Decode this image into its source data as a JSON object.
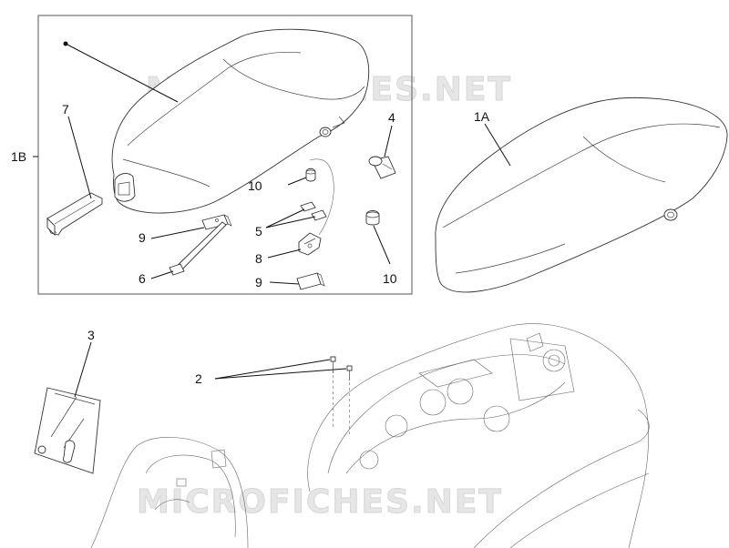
{
  "watermark": "MICROFICHES.NET",
  "callouts": {
    "c1B": "1B",
    "c7": "7",
    "c4": "4",
    "c1A": "1A",
    "c10a": "10",
    "c5": "5",
    "c9a": "9",
    "c8": "8",
    "c6": "6",
    "c9b": "9",
    "c10b": "10",
    "c3": "3",
    "c2": "2"
  }
}
